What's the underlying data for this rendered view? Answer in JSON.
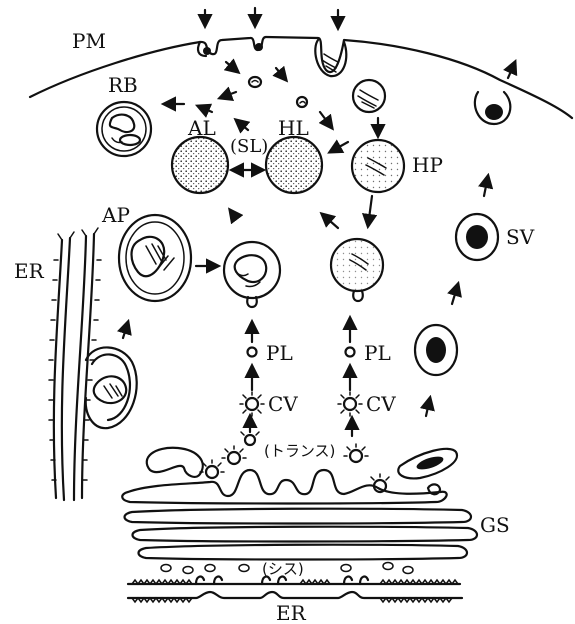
{
  "labels": {
    "pm": "PM",
    "rb": "RB",
    "al": "AL",
    "sl": "(SL)",
    "hl": "HL",
    "hp": "HP",
    "ap": "AP",
    "er_left": "ER",
    "sv": "SV",
    "pl_left": "PL",
    "pl_right": "PL",
    "cv_left": "CV",
    "cv_right": "CV",
    "trans": "(トランス)",
    "gs": "GS",
    "cis": "(シス)",
    "er_bottom": "ER"
  }
}
